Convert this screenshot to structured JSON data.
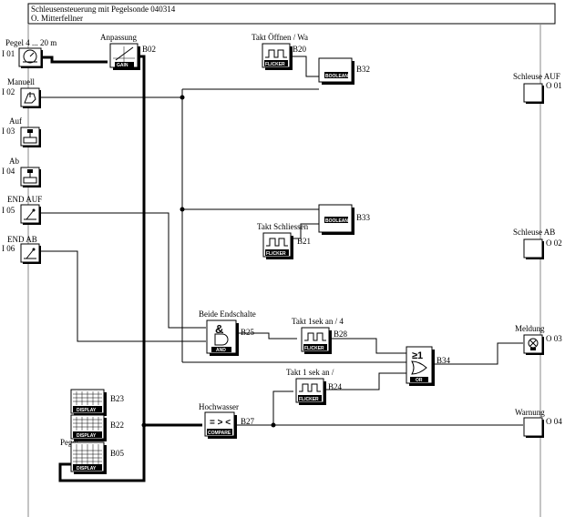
{
  "header": {
    "title": "Schleusensteuerung mit Pegelsonde 040314",
    "author": "O. Mitterfellner"
  },
  "inputs": [
    {
      "id": "I 01",
      "label": "Pegel 4 ... 20 m",
      "icon": "analog-gauge-icon"
    },
    {
      "id": "I 02",
      "label": "Manuell",
      "icon": "hand-switch-icon"
    },
    {
      "id": "I 03",
      "label": "Auf",
      "icon": "pushbutton-icon"
    },
    {
      "id": "I 04",
      "label": "Ab",
      "icon": "pushbutton-icon"
    },
    {
      "id": "I 05",
      "label": "END AUF",
      "icon": "limit-switch-icon"
    },
    {
      "id": "I 06",
      "label": "END AB",
      "icon": "limit-switch-icon"
    }
  ],
  "outputs": [
    {
      "id": "O 01",
      "label": "Schleuse AUF"
    },
    {
      "id": "O 02",
      "label": "Schleuse AB"
    },
    {
      "id": "O 03",
      "label": "Meldung",
      "icon": "lamp-icon"
    },
    {
      "id": "O 04",
      "label": "Warnung"
    }
  ],
  "blocks": {
    "b02": {
      "id": "B02",
      "label": "Anpassung",
      "tag": "GAIN"
    },
    "b20": {
      "id": "B20",
      "label": "Takt Öffnen / Wa",
      "tag": "FLICKER"
    },
    "b32": {
      "id": "B32",
      "label": "",
      "tag": "BOOLEAN"
    },
    "b33": {
      "id": "B33",
      "label": "",
      "tag": "BOOLEAN"
    },
    "b21": {
      "id": "B21",
      "label": "Takt Schliessen",
      "tag": "FLICKER"
    },
    "b25": {
      "id": "B25",
      "label": "Beide Endschalte",
      "tag": "AND",
      "symbol": "&"
    },
    "b28": {
      "id": "B28",
      "label": "Takt 1sek an / 4",
      "tag": "FLICKER"
    },
    "b34": {
      "id": "B34",
      "label": "",
      "tag": "OR",
      "symbol": "≥1"
    },
    "b24": {
      "id": "B24",
      "label": "Takt 1 sek an /",
      "tag": "FLICKER"
    },
    "b27": {
      "id": "B27",
      "label": "Hochwasser",
      "tag": "COMPARE",
      "symbol": "= > <"
    },
    "b23": {
      "id": "B23",
      "label": "",
      "tag": "DISPLAY"
    },
    "b22": {
      "id": "B22",
      "label": "",
      "tag": "DISPLAY"
    },
    "b05": {
      "id": "B05",
      "label": "Pegel",
      "tag": "DISPLAY"
    }
  }
}
